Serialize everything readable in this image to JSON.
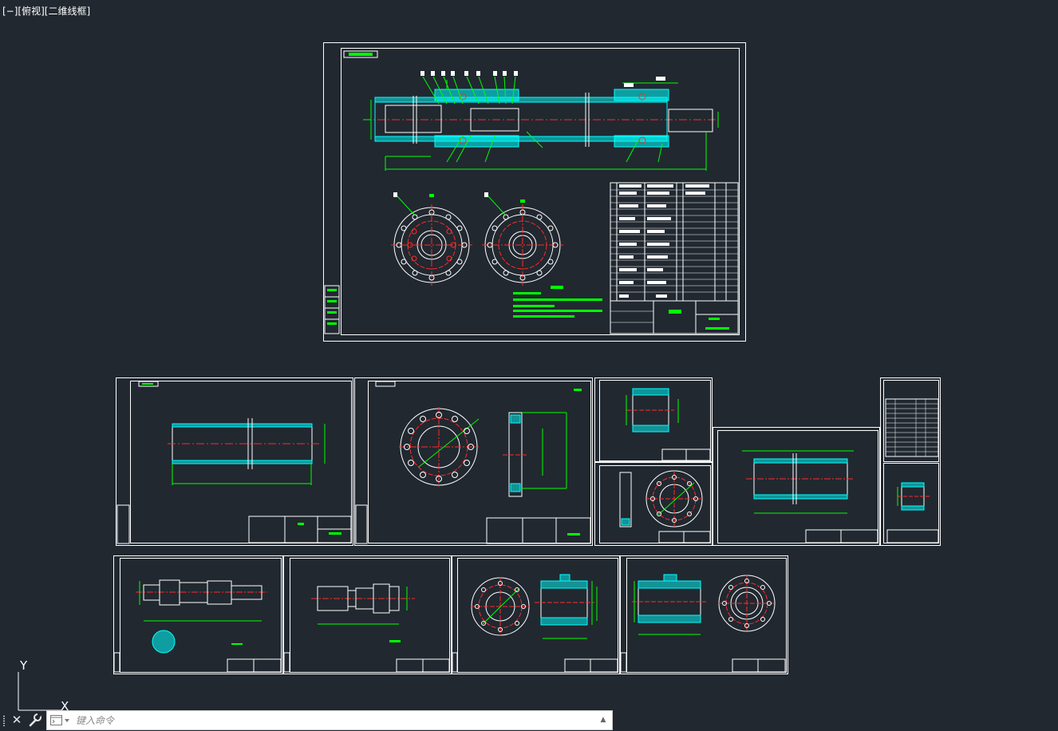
{
  "viewport": {
    "label": "[−][俯视][二维线框]"
  },
  "ucs": {
    "x_label": "X",
    "y_label": "Y"
  },
  "command_line": {
    "placeholder": "键入命令",
    "close_icon": "close-icon",
    "customize_icon": "wrench-icon",
    "prompt_icon": "command-prompt-icon",
    "history_icon": "triangle-up-icon"
  },
  "colors": {
    "background": "#212830",
    "sheet_border": "#ffffff",
    "dimension": "#00ff00",
    "section_hatch": "#00ffff",
    "centerline": "#ff2a2a"
  }
}
